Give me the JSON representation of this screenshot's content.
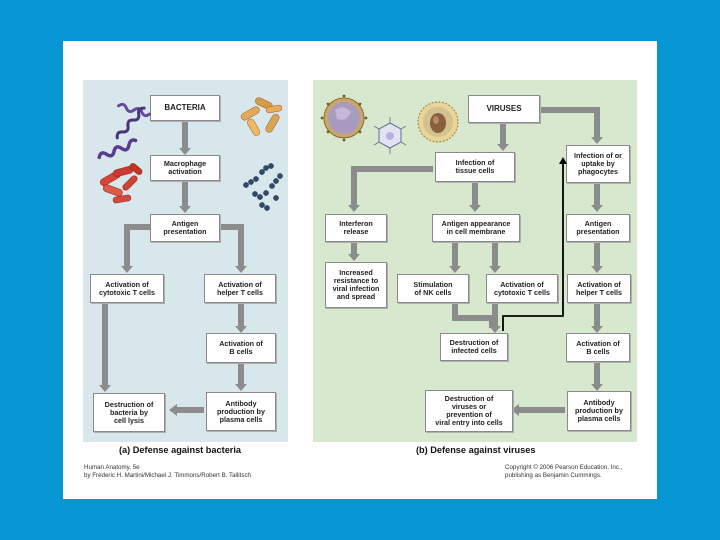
{
  "colors": {
    "background": "#0696d4",
    "panel_a": "#d8e7ec",
    "panel_b": "#d7e8cf",
    "arrow": "#8c8c8c",
    "highlight_arrow": "#000000"
  },
  "panel_a": {
    "bacteria": "BACTERIA",
    "macrophage": "Macrophage\nactivation",
    "antigen": "Antigen\npresentation",
    "cytotoxic": "Activation of\ncytotoxic T cells",
    "helper": "Activation of\nhelper T cells",
    "bcells": "Activation of\nB cells",
    "destruction": "Destruction of\nbacteria by\ncell lysis",
    "antibody": "Antibody\nproduction by\nplasma cells",
    "caption": "(a) Defense against bacteria"
  },
  "panel_b": {
    "viruses": "VIRUSES",
    "infection_tissue": "Infection of\ntissue cells",
    "infection_phago": "Infection of or\nuptake by\nphagocytes",
    "interferon": "Interferon\nrelease",
    "antigen_membrane": "Antigen appearance\nin cell membrane",
    "antigen_pres": "Antigen\npresentation",
    "resistance": "Increased\nresistance to\nviral infection\nand spread",
    "nk": "Stimulation\nof NK cells",
    "cytotoxic": "Activation of\ncytotoxic T cells",
    "helper": "Activation of\nhelper T cells",
    "destruction_infected": "Destruction of\ninfected cells",
    "bcells": "Activation of\nB cells",
    "destruction_viruses": "Destruction of\nviruses or\nprevention of\nviral entry into cells",
    "antibody": "Antibody\nproduction by\nplasma cells",
    "caption": "(b) Defense against viruses"
  },
  "credit_left": "Human Anatomy, 5e\nby Frederic H. Martini/Michael J. Timmons/Robert B. Tallitsch",
  "credit_right": "Copyright © 2006 Pearson Education, Inc.,\npublishing as Benjamin Cummings."
}
